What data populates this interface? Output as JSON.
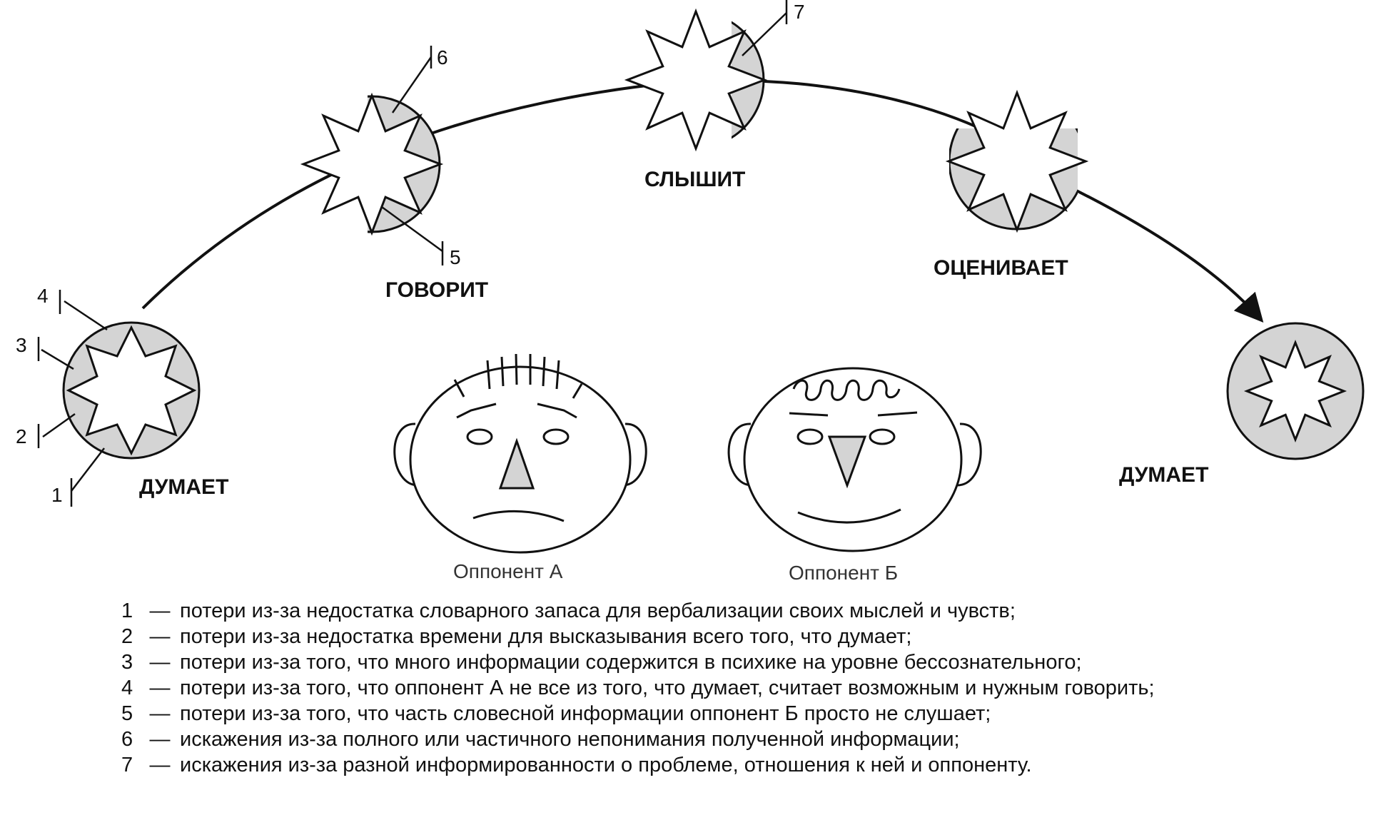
{
  "stages": {
    "think_a": "ДУМАЕТ",
    "speaks": "ГОВОРИТ",
    "hears": "СЛЫШИТ",
    "evaluates": "ОЦЕНИВАЕТ",
    "think_b": "ДУМАЕТ"
  },
  "markers": {
    "m1": "1",
    "m2": "2",
    "m3": "3",
    "m4": "4",
    "m5": "5",
    "m6": "6",
    "m7": "7"
  },
  "opponents": {
    "a": "Оппонент А",
    "b": "Оппонент Б"
  },
  "legend": [
    {
      "num": "1",
      "dash": "—",
      "text": "потери из-за недостатка словарного запаса для вербализации своих мыслей и чувств;"
    },
    {
      "num": "2",
      "dash": "—",
      "text": "потери из-за недостатка времени для высказывания всего того, что думает;"
    },
    {
      "num": "3",
      "dash": "—",
      "text": "потери из-за того, что много информации содержится в психике на уровне бессознательного;"
    },
    {
      "num": "4",
      "dash": "—",
      "text": "потери из-за того, что оппонент А не все из того, что думает, считает возможным и нужным говорить;"
    },
    {
      "num": "5",
      "dash": "—",
      "text": "потери из-за того, что часть словесной информации оппонент Б просто не слушает;"
    },
    {
      "num": "6",
      "dash": "—",
      "text": "искажения из-за полного или частичного непонимания полученной информации;"
    },
    {
      "num": "7",
      "dash": "—",
      "text": "искажения из-за разной информированности о проблеме, отношения к ней и оппоненту."
    }
  ],
  "colors": {
    "loss_fill": "#d4d4d4",
    "line": "#111111"
  }
}
